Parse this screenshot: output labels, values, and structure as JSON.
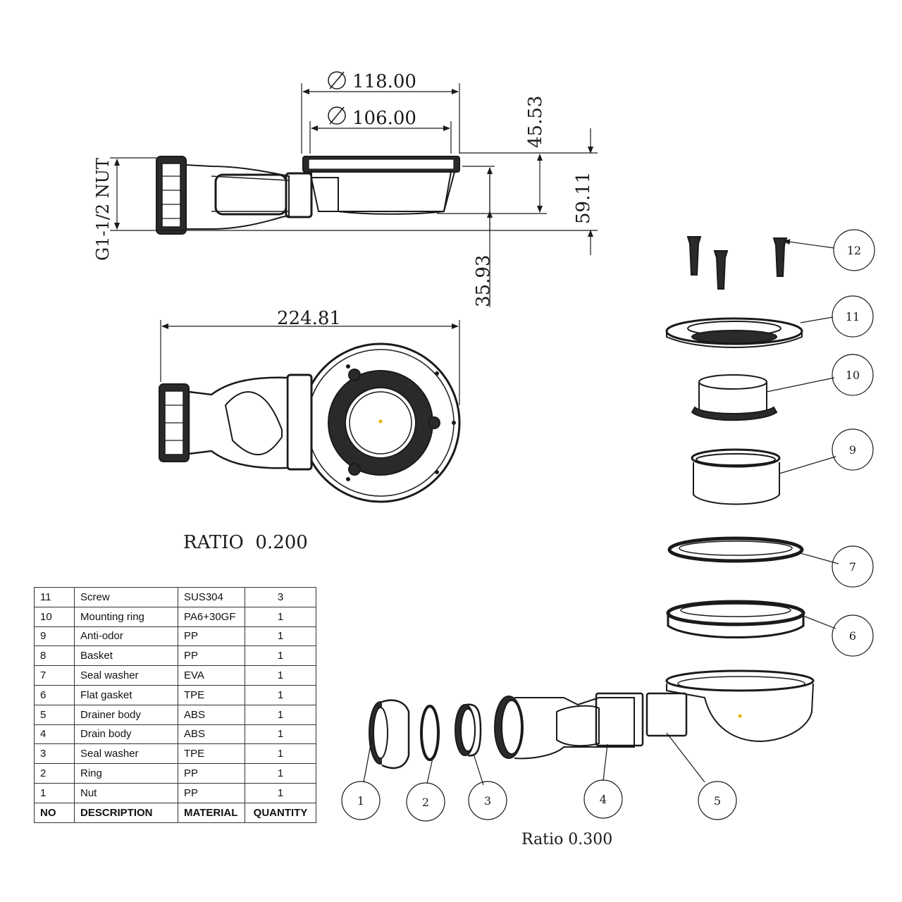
{
  "dimensions": {
    "dia_outer": "118.00",
    "dia_inner": "106.00",
    "height_a": "45.53",
    "height_b": "59.11",
    "depth": "35.93",
    "length": "224.81",
    "thread": "G1-1/2 NUT"
  },
  "ratios": {
    "top_view": "RATIO  0.200",
    "exploded_view": "Ratio 0.300"
  },
  "callouts": [
    "1",
    "2",
    "3",
    "4",
    "5",
    "6",
    "7",
    "9",
    "10",
    "11",
    "12"
  ],
  "bom": {
    "header": [
      "NO",
      "DESCRIPTION",
      "MATERIAL",
      "QUANTITY"
    ],
    "rows": [
      [
        "11",
        "Screw",
        "SUS304",
        "3"
      ],
      [
        "10",
        "Mounting ring",
        "PA6+30GF",
        "1"
      ],
      [
        "9",
        "Anti-odor",
        "PP",
        "1"
      ],
      [
        "8",
        "Basket",
        "PP",
        "1"
      ],
      [
        "7",
        "Seal washer",
        "EVA",
        "1"
      ],
      [
        "6",
        "Flat gasket",
        "TPE",
        "1"
      ],
      [
        "5",
        "Drainer body",
        "ABS",
        "1"
      ],
      [
        "4",
        "Drain body",
        "ABS",
        "1"
      ],
      [
        "3",
        "Seal washer",
        "TPE",
        "1"
      ],
      [
        "2",
        "Ring",
        "PP",
        "1"
      ],
      [
        "1",
        "Nut",
        "PP",
        "1"
      ]
    ]
  },
  "colors": {
    "line": "#1a1a1a",
    "fill": "#2a2a2a",
    "accent": "#e8b400"
  }
}
